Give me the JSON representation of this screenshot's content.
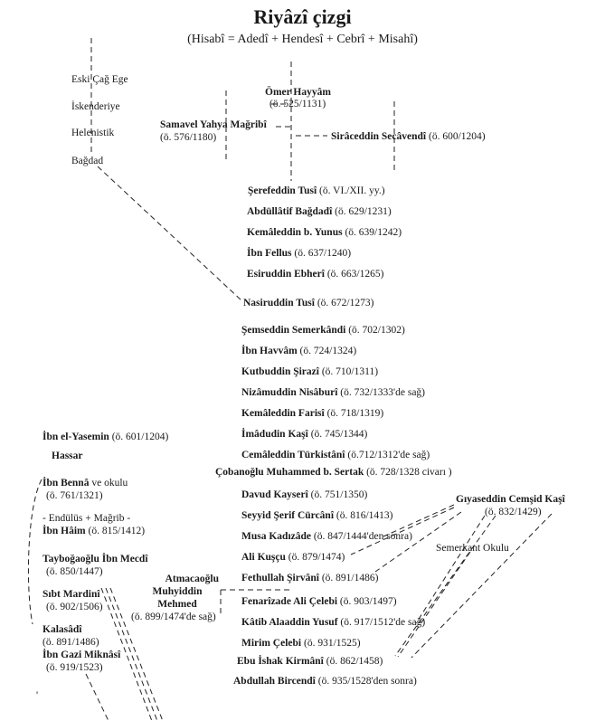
{
  "title": "Riyâzî çizgi",
  "subtitle": "(Hisabî = Adedî + Hendesî + Cebrî + Misahî)",
  "regions": [
    "Eski Çağ Ege",
    "İskenderiye",
    "Helenistik",
    "Bağdad"
  ],
  "scholars": {
    "omer": {
      "name": "Ömer Hayyâm",
      "date": "(ö. 525/1131)"
    },
    "samavel": {
      "name": "Samavel Yahya Mağribî",
      "date": "(ö. 576/1180)"
    },
    "siraceddin": {
      "name": "Sirâceddin Secâvendî",
      "date": "(ö. 600/1204)"
    },
    "serefeddin": {
      "name": "Şerefeddin Tusî",
      "date": "(ö. VI./XII. yy.)"
    },
    "abdullatif": {
      "name": "Abdüllâtif Bağdadî",
      "date": "(ö. 629/1231)"
    },
    "kemaleddin_yunus": {
      "name": "Kemâleddin b. Yunus",
      "date": "(ö. 639/1242)"
    },
    "ibn_fellus": {
      "name": "İbn Fellus",
      "date": "(ö. 637/1240)"
    },
    "esiruddin": {
      "name": "Esiruddin Ebherî",
      "date": "(ö. 663/1265)"
    },
    "nasiruddin": {
      "name": "Nasiruddin Tusî",
      "date": "(ö. 672/1273)"
    },
    "semseddin": {
      "name": "Şemseddin Semerkândi",
      "date": "(ö. 702/1302)"
    },
    "ibn_havvam": {
      "name": "İbn Havvâm",
      "date": "(ö. 724/1324)"
    },
    "kutbuddin": {
      "name": "Kutbuddin Şirazî",
      "date": "(ö. 710/1311)"
    },
    "nizamuddin": {
      "name": "Nizâmuddin Nisâburî",
      "date": "(ö. 732/1333'de sağ)"
    },
    "kemaleddin_farisi": {
      "name": "Kemâleddin Farisî",
      "date": "(ö. 718/1319)"
    },
    "imadudin": {
      "name": "İmâdudin Kaşî",
      "date": "(ö. 745/1344)"
    },
    "cemaleddin": {
      "name": "Cemâleddin Türkistânî",
      "date": "(ö.712/1312'de sağ)"
    },
    "cobanoglu": {
      "name": "Çobanoğlu Muhammed b. Sertak",
      "date": "(ö. 728/1328 civarı )"
    },
    "davud": {
      "name": "Davud Kayserî",
      "date": "(ö. 751/1350)"
    },
    "seyyid": {
      "name": "Seyyid Şerif Cürcânî",
      "date": "(ö. 816/1413)"
    },
    "musa": {
      "name": "Musa Kadızâde",
      "date": "(ö. 847/1444'den sonra)"
    },
    "ali_kuscu": {
      "name": "Ali Kuşçu",
      "date": "(ö. 879/1474)"
    },
    "fethullah": {
      "name": "Fethullah Şirvânî",
      "date": "(ö. 891/1486)"
    },
    "fenarizade": {
      "name": "Fenarîzade Ali Çelebi",
      "date": "(ö. 903/1497)"
    },
    "katib": {
      "name": "Kâtib Alaaddin Yusuf",
      "date": "(ö. 917/1512'de sağ)"
    },
    "mirim": {
      "name": "Mirim Çelebi",
      "date": "(ö. 931/1525)"
    },
    "ebu_ishak": {
      "name": "Ebu İshak Kirmânî",
      "date": "(ö. 862/1458)"
    },
    "abdullah": {
      "name": "Abdullah Bircendî",
      "date": "(ö. 935/1528'den sonra)"
    },
    "giyaseddin": {
      "name": "Gıyaseddin Cemşid Kaşî",
      "date": "(ö. 832/1429)"
    },
    "atmacaoglu": {
      "name1": "Atmacaoğlu",
      "name2": "Muhyiddin",
      "name3": "Mehmed",
      "date": "(ö. 899/1474'de sağ)"
    },
    "ibn_yasemin": {
      "name": "İbn el-Yasemin",
      "date": "(ö. 601/1204)"
    },
    "hassar": {
      "name": "Hassar"
    },
    "ibn_benna": {
      "name": "İbn Bennâ",
      "suffix": "ve okulu",
      "date": "(ö. 761/1321)"
    },
    "endulus_label": "- Endülüs + Mağrib -",
    "ibn_haim": {
      "name": "İbn Hâim",
      "date": "(ö. 815/1412)"
    },
    "tayboga": {
      "name": "Tayboğaoğlu İbn Mecdî",
      "date": "(ö. 850/1447)"
    },
    "sibt": {
      "name": "Sıbt Mardinî",
      "date": "(ö. 902/1506)"
    },
    "kalasadi": {
      "name": "Kalasâdî",
      "date": "(ö. 891/1486)"
    },
    "ibn_gazi": {
      "name": "İbn Gazi Miknâsî",
      "date": "(ö. 919/1523)"
    }
  },
  "school_label": "Semerkant Okulu",
  "stray_mark": "'"
}
